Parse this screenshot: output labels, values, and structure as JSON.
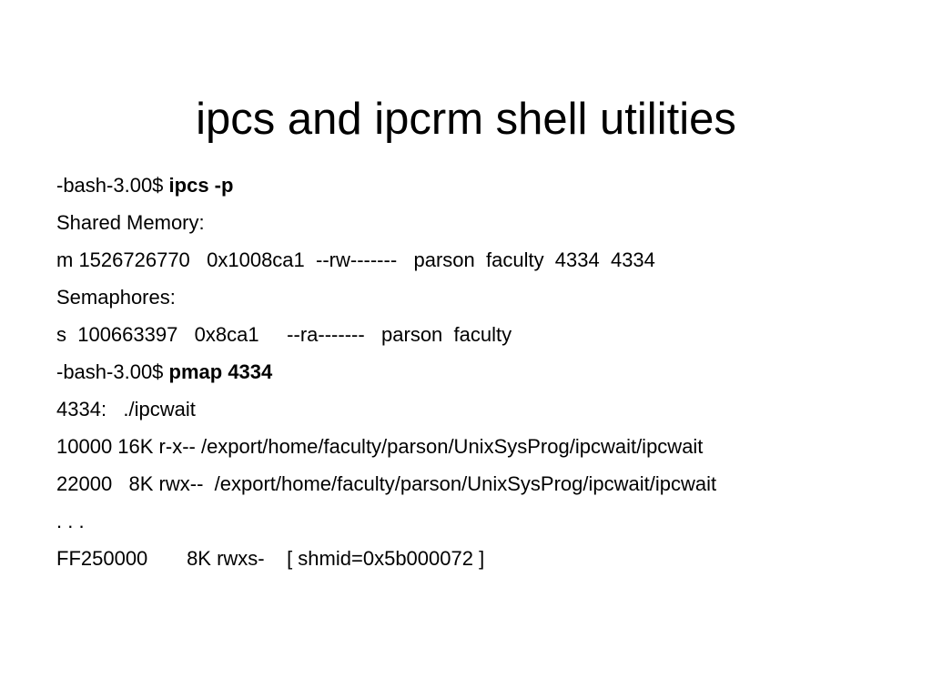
{
  "slide": {
    "title": "ipcs and ipcrm shell utilities",
    "lines": [
      {
        "prefix": "-bash-3.00$ ",
        "command": "ipcs -p"
      },
      {
        "text": "Shared Memory:"
      },
      {
        "text": "m 1526726770   0x1008ca1  --rw-------   parson  faculty  4334  4334"
      },
      {
        "text": "Semaphores:"
      },
      {
        "text": "s  100663397   0x8ca1     --ra-------   parson  faculty"
      },
      {
        "prefix": "-bash-3.00$ ",
        "command": "pmap 4334"
      },
      {
        "text": "4334:   ./ipcwait"
      },
      {
        "text": "10000 16K r-x-- /export/home/faculty/parson/UnixSysProg/ipcwait/ipcwait"
      },
      {
        "text": "22000   8K rwx--  /export/home/faculty/parson/UnixSysProg/ipcwait/ipcwait"
      },
      {
        "text": ". . ."
      },
      {
        "text": "FF250000       8K rwxs-    [ shmid=0x5b000072 ]"
      }
    ]
  }
}
